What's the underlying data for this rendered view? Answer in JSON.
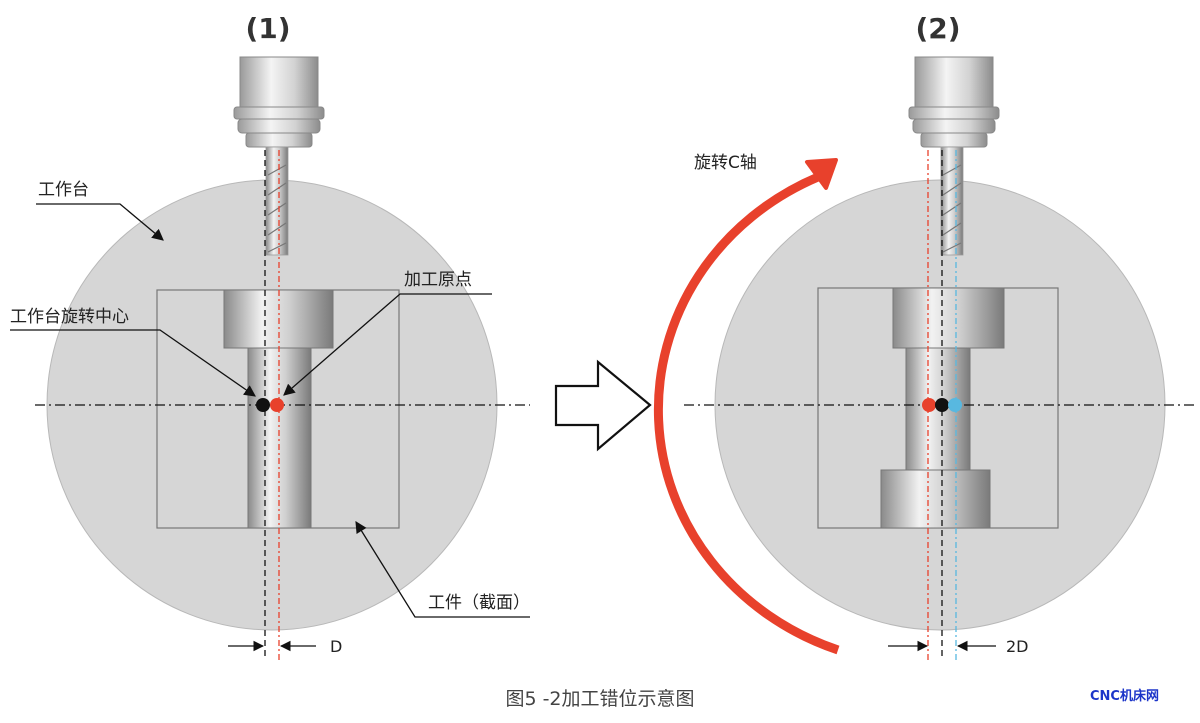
{
  "panel1": {
    "header": "(1)",
    "labels": {
      "table": "工作台",
      "rotation_center": "工作台旋转中心",
      "machining_origin": "加工原点",
      "workpiece": "工件（截面）",
      "offset": "D"
    }
  },
  "panel2": {
    "header": "(2)",
    "labels": {
      "rotate": "旋转C轴",
      "offset": "2D"
    }
  },
  "caption": "图5 -2加工错位示意图",
  "watermark": "CNC机床网",
  "colors": {
    "origin_dot": "#e8412c",
    "center_dot": "#111111",
    "mirror_dot": "#58b8e0",
    "rotate_arrow": "#e8412c",
    "table_fill": "#d6d6d6"
  }
}
